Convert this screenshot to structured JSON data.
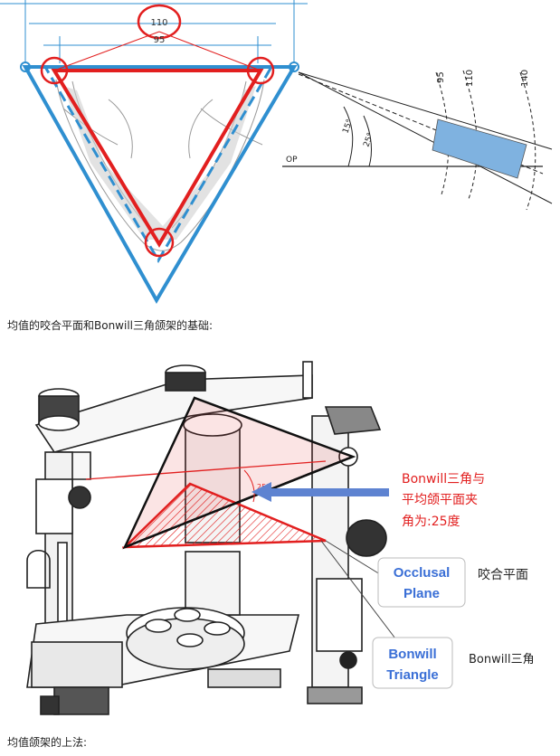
{
  "colors": {
    "blue": "#2f8fd0",
    "red": "#e21f1f",
    "label_blue": "#3a6fd6",
    "shade": "#7fb2e0"
  },
  "fig1": {
    "dim_top": "110",
    "dim_mid": "95",
    "arc_labels": [
      "95",
      "110",
      "140"
    ],
    "angle_small": "15°",
    "angle_large": "25°",
    "op_label": "OP"
  },
  "caption1": "均值的咬合平面和Bonwill三角颌架的基础:",
  "fig2": {
    "angle_mark": "25°",
    "annotation": [
      "Bonwill三角与",
      "平均颌平面夹",
      "角为:25度"
    ],
    "occlusal_box": [
      "Occlusal",
      "Plane"
    ],
    "occlusal_cn": "咬合平面",
    "bonwill_box": [
      "Bonwill",
      "Triangle"
    ],
    "bonwill_cn": "Bonwill三角"
  },
  "caption2": "均值颌架的上法:"
}
